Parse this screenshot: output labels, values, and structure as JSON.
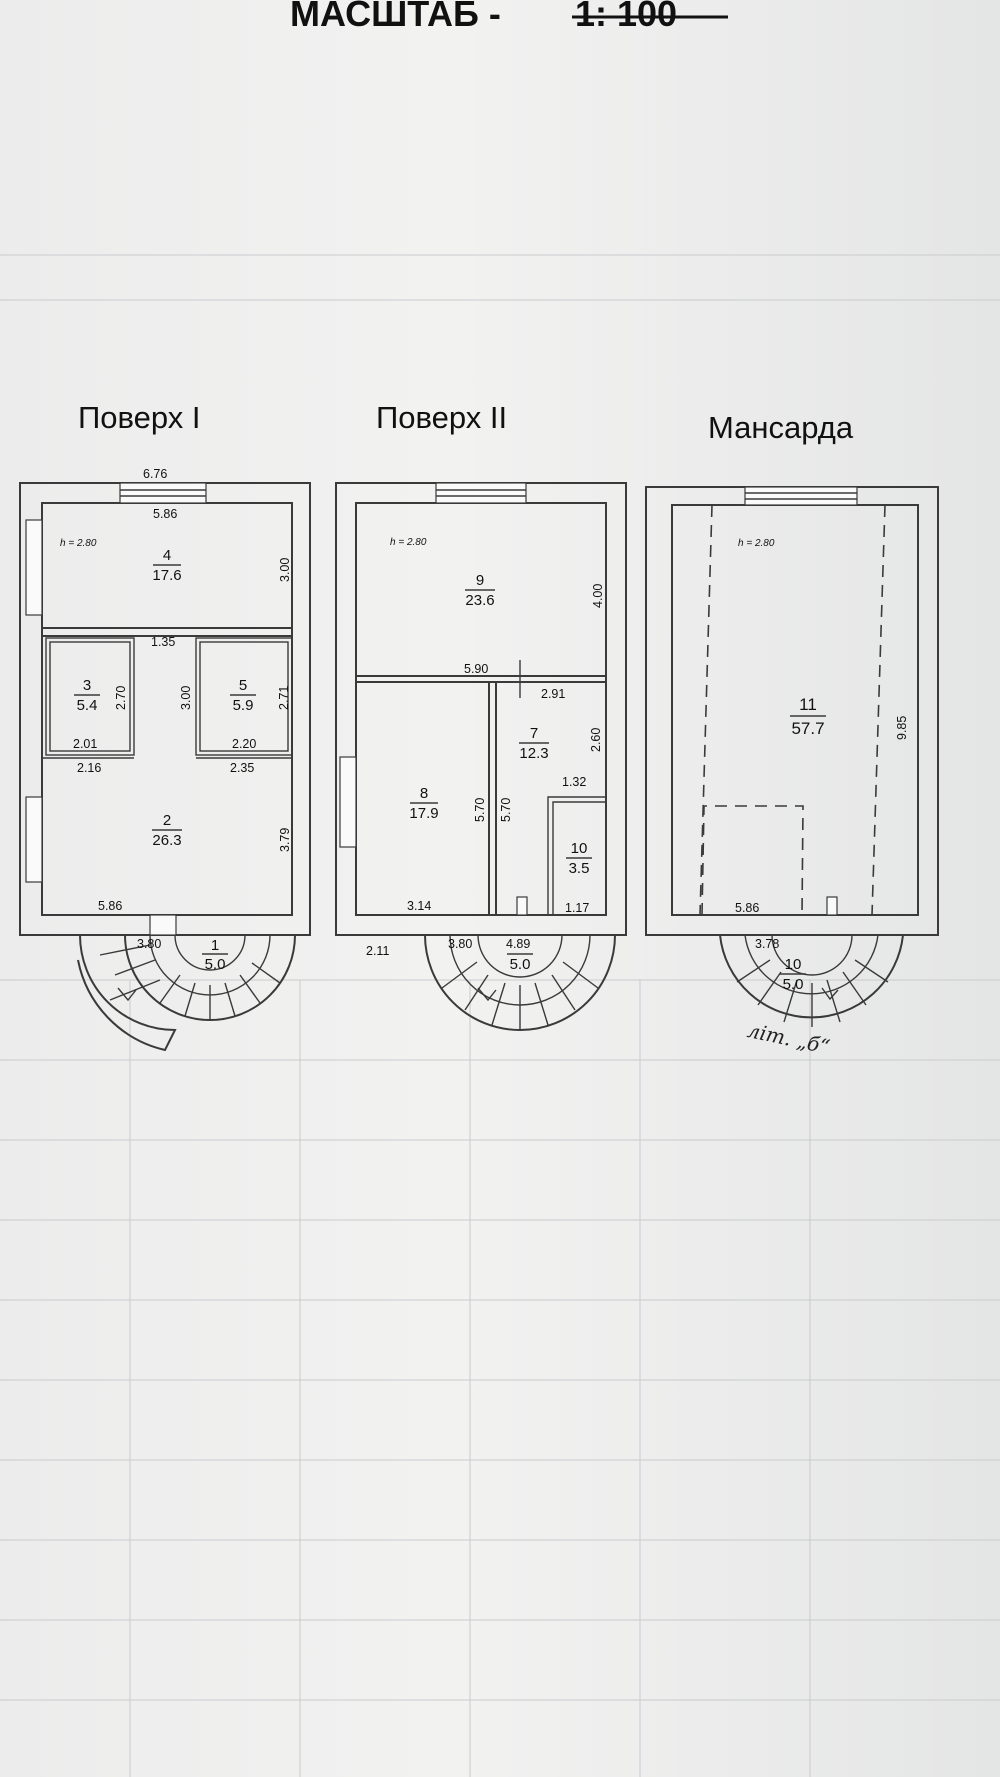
{
  "scale": {
    "label": "МАСШТАБ -",
    "value": "1: 100"
  },
  "floors": [
    {
      "title": "Поверх I",
      "height": "h = 2.80",
      "rooms": [
        {
          "num": "4",
          "area": "17.6"
        },
        {
          "num": "3",
          "area": "5.4"
        },
        {
          "num": "5",
          "area": "5.9"
        },
        {
          "num": "2",
          "area": "26.3"
        },
        {
          "num": "1",
          "area": "5.0"
        }
      ],
      "dims": [
        "6.76",
        "5.86",
        "3.00",
        "1.35",
        "2.70",
        "3.00",
        "2.71",
        "2.01",
        "2.20",
        "2.16",
        "2.35",
        "3.79",
        "5.86",
        "3.80"
      ]
    },
    {
      "title": "Поверх II",
      "height": "h = 2.80",
      "rooms": [
        {
          "num": "9",
          "area": "23.6"
        },
        {
          "num": "7",
          "area": "12.3"
        },
        {
          "num": "8",
          "area": "17.9"
        },
        {
          "num": "10",
          "area": "3.5"
        },
        {
          "num": "",
          "area": "5.0"
        }
      ],
      "dims": [
        "4.00",
        "5.90",
        "2.91",
        "2.60",
        "1.32",
        "5.70",
        "5.70",
        "3.14",
        "1.17",
        "2.11",
        "3.80",
        "4.89"
      ]
    },
    {
      "title": "Мансарда",
      "height": "h = 2.80",
      "rooms": [
        {
          "num": "11",
          "area": "57.7"
        },
        {
          "num": "10",
          "area": "5.0"
        }
      ],
      "dims": [
        "9.85",
        "5.86",
        "3.78"
      ]
    }
  ],
  "handwritten_note": "літ. „б“"
}
